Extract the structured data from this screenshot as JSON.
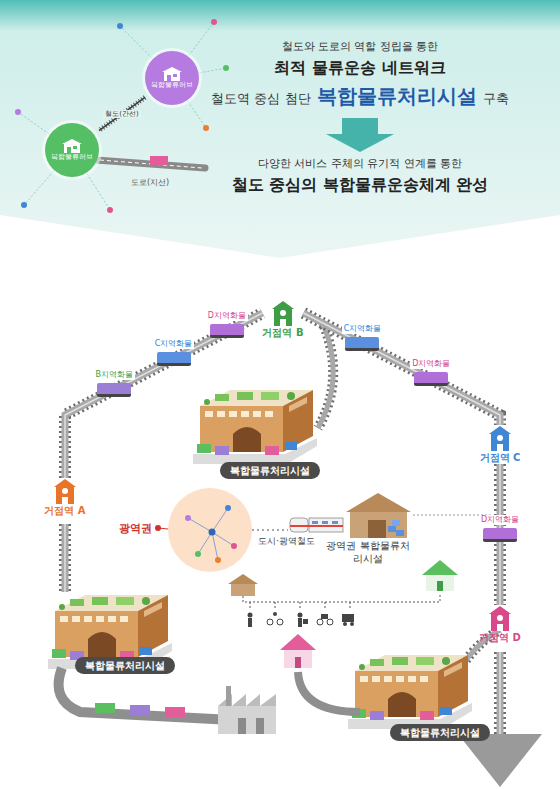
{
  "diagram": {
    "nodes": [
      {
        "text": [
          "복합물류허브"
        ]
      },
      {
        "text": [
          "복합물류허브"
        ]
      },
      {
        "text": [
          "거점역 B"
        ]
      },
      {
        "text": [
          "복합물류처리시설"
        ]
      },
      {
        "text": [
          "거점역 C"
        ]
      },
      {
        "text": [
          "거점역 A"
        ]
      },
      {
        "text": [
          "광역권"
        ]
      },
      {
        "text": [
          "광역권 복합물류처리시설"
        ]
      },
      {
        "text": [
          "거점역 D"
        ]
      },
      {
        "text": [
          "복합물류처리시설"
        ]
      },
      {
        "text": [
          "복합물류처리시설"
        ]
      }
    ],
    "edges": [
      {
        "from": 0,
        "to": 1,
        "arrow": "none",
        "label": "철도(간선)"
      },
      {
        "from": 5,
        "to": 2,
        "arrow": "none"
      },
      {
        "from": 2,
        "to": 4,
        "arrow": "none"
      },
      {
        "from": 4,
        "to": 8,
        "arrow": "none"
      },
      {
        "from": 6,
        "to": 7,
        "arrow": "none",
        "label": "도시·광역철도"
      }
    ],
    "labels": [
      "철도와 도로의 역할 정립을 통한",
      "최적 물류운송 네트워크",
      "철도역 중심 첨단",
      "복합물류처리시설",
      "구축",
      "다양한 서비스 주체의 유기적 연계를 통한",
      "철도 중심의 복합물류운송체계 완성",
      "도로(지선)",
      "B지역화물",
      "C지역화물",
      "D지역화물",
      "C지역화물",
      "D지역화물",
      "D지역화물"
    ]
  }
}
